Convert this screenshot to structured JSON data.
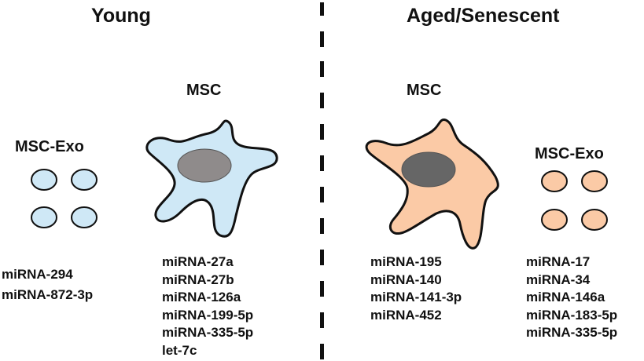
{
  "young": {
    "title": "Young",
    "msc_label": "MSC",
    "exo_label": "MSC-Exo",
    "exo_mirnas": [
      "miRNA-294",
      "miRNA-872-3p"
    ],
    "msc_mirnas": [
      "miRNA-27a",
      "miRNA-27b",
      "miRNA-126a",
      "miRNA-199-5p",
      "miRNA-335-5p",
      "let-7c"
    ],
    "cell_color": "#cfe8f6",
    "nucleus_color": "#8f8b8b"
  },
  "aged": {
    "title": "Aged/Senescent",
    "msc_label": "MSC",
    "exo_label": "MSC-Exo",
    "msc_mirnas": [
      "miRNA-195",
      "miRNA-140",
      "miRNA-141-3p",
      "miRNA-452"
    ],
    "exo_mirnas": [
      "miRNA-17",
      "miRNA-34",
      "miRNA-146a",
      "miRNA-183-5p",
      "miRNA-335-5p"
    ],
    "cell_color": "#fbcaa6",
    "nucleus_color": "#666666"
  }
}
